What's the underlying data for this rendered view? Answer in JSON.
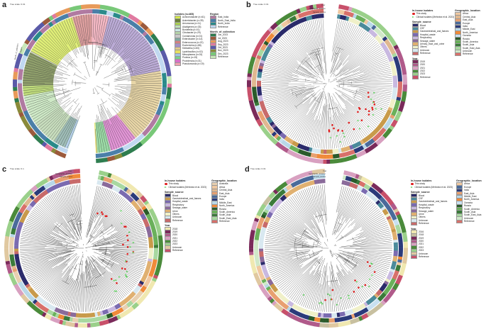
{
  "panel_a": {
    "label": "a",
    "tree_scale": "Tree scale: 0.01",
    "ring_label_1": "Month_of_collection",
    "ring_label_2": "Region",
    "isolates_title": "Isolates (n=465)",
    "isolates": [
      {
        "label": "Achromobacter (n=61)",
        "color": "#d4e84a"
      },
      {
        "label": "Acinetobacter (n=39)",
        "color": "#6a7f3a"
      },
      {
        "label": "Aeromonas (n=11)",
        "color": "#a9d04f"
      },
      {
        "label": "Alcaligenes (n=33)",
        "color": "#bfe3b4"
      },
      {
        "label": "Bordetella (n=01)",
        "color": "#c9e9e6"
      },
      {
        "label": "Citrobacter (n=29)",
        "color": "#b5d3a8"
      },
      {
        "label": "Comamonas (n=01)",
        "color": "#c8c8c8"
      },
      {
        "label": "Enterobacter (n=14)",
        "color": "#7fa8a0"
      },
      {
        "label": "Enterococcus (n=22)",
        "color": "#d48080"
      },
      {
        "label": "Escherichia (n=88)",
        "color": "#a48fc8"
      },
      {
        "label": "Klebsiella (n=83)",
        "color": "#e0c88a"
      },
      {
        "label": "Lysinibacillus (n=02)",
        "color": "#e8e060"
      },
      {
        "label": "Mesoplasma (n=03)",
        "color": "#9ec3e6"
      },
      {
        "label": "Proteus (n=15)",
        "color": "#7bd08a"
      },
      {
        "label": "Providencia (n=31)",
        "color": "#d870c8"
      },
      {
        "label": "Pseudomonas (n=19)",
        "color": "#f0a0b0"
      }
    ],
    "region_title": "Region",
    "region": [
      {
        "label": "East_India",
        "color": "#b07aa1"
      },
      {
        "label": "North_East_India",
        "color": "#4a7fa8"
      },
      {
        "label": "North_India",
        "color": "#2a8a8a"
      },
      {
        "label": "Reference",
        "color": "#c0d8f0"
      }
    ],
    "month_title": "Month_of_collection",
    "month": [
      {
        "label": "Jun_2023",
        "color": "#2e7d4f"
      },
      {
        "label": "Jul_2023",
        "color": "#9c5a3c"
      },
      {
        "label": "Aug_2023",
        "color": "#e89a5a"
      },
      {
        "label": "Sep_2023",
        "color": "#e07aa0"
      },
      {
        "label": "Oct_2023",
        "color": "#5a5aa8"
      },
      {
        "label": "Nov_2023",
        "color": "#8a8a3a"
      },
      {
        "label": "Dec_2023",
        "color": "#78c878"
      },
      {
        "label": "Reference",
        "color": "#c8e8b8"
      }
    ]
  },
  "panel_b": {
    "label": "b",
    "tree_scale": "Tree scale: 0.01",
    "ring_labels": [
      "Year",
      "Geographic_location",
      "Sample_source"
    ],
    "inhouse_title": "In-house isolates",
    "this_study": "This study",
    "clinical": "Clinical isolates (Mehrotra et al. 2023)",
    "sample_title": "Sample_source",
    "sample": [
      {
        "label": "Blood",
        "color": "#2a2a6a"
      },
      {
        "label": "CSF",
        "color": "#4a8a9a"
      },
      {
        "label": "Gastrointestinal_and_faeces",
        "color": "#c89a4a"
      },
      {
        "label": "Hospital_waste",
        "color": "#7a6ab0"
      },
      {
        "label": "Respiratory",
        "color": "#c8b8e0"
      },
      {
        "label": "Sewage_water",
        "color": "#8a6a9a"
      },
      {
        "label": "Urinary_tract_and_urine",
        "color": "#e0b070"
      },
      {
        "label": "Others",
        "color": "#f0f0c8"
      },
      {
        "label": "Unknown",
        "color": "#d8e8f0"
      },
      {
        "label": "Reference",
        "color": "#c86a6a"
      }
    ],
    "year_title": "Year",
    "year": [
      {
        "label": "2019",
        "color": "#7a2a5a"
      },
      {
        "label": "2020",
        "color": "#b05a8a"
      },
      {
        "label": "2021",
        "color": "#d8a0c0"
      },
      {
        "label": "2022",
        "color": "#4a8a3a"
      },
      {
        "label": "2023",
        "color": "#9ad08a"
      },
      {
        "label": "Reference",
        "color": "#c8506a"
      }
    ],
    "geo_title": "Geographic_location",
    "geo": [
      {
        "label": "Africa",
        "color": "#f0c8a0"
      },
      {
        "label": "Central_Asia",
        "color": "#e0b890"
      },
      {
        "label": "East_Asia",
        "color": "#e8a070"
      },
      {
        "label": "Europe",
        "color": "#4a6a9a"
      },
      {
        "label": "India",
        "color": "#2a3a7a"
      },
      {
        "label": "Middle_East",
        "color": "#b8d8e8"
      },
      {
        "label": "North_America",
        "color": "#f08a3a"
      },
      {
        "label": "Oceania",
        "color": "#c8e0f0"
      },
      {
        "label": "Russia",
        "color": "#2a5a2a"
      },
      {
        "label": "South_America",
        "color": "#6ab05a"
      },
      {
        "label": "South_Asia",
        "color": "#3a7a3a"
      },
      {
        "label": "South_East_Asia",
        "color": "#a8d8a0"
      },
      {
        "label": "Unknown",
        "color": "#d0e8c8"
      },
      {
        "label": "Reference",
        "color": "#d8706a"
      }
    ]
  },
  "panel_c": {
    "label": "c",
    "tree_scale": "Tree scale: 0.1",
    "ring_labels": [
      "Year",
      "Geographic_location",
      "Sample_source"
    ],
    "inhouse_title": "In-house isolates",
    "this_study": "This study",
    "clinical": "Clinical isolates (Mehrotra et al. 2023)",
    "sample_title": "Sample_source",
    "sample": [
      {
        "label": "Blood",
        "color": "#2a2a6a"
      },
      {
        "label": "Gastrointestinal_and_faeces",
        "color": "#c89a4a"
      },
      {
        "label": "Hospital_waste",
        "color": "#7a6ab0"
      },
      {
        "label": "Respiratory",
        "color": "#c8b8e0"
      },
      {
        "label": "Sewage_water",
        "color": "#8a6a9a"
      },
      {
        "label": "Urine",
        "color": "#e0b070"
      },
      {
        "label": "Others",
        "color": "#f0f0c8"
      },
      {
        "label": "Unknown",
        "color": "#d8e8f0"
      },
      {
        "label": "Reference",
        "color": "#c86a6a"
      }
    ],
    "year_title": "Year",
    "year": [
      {
        "label": "2018",
        "color": "#f0e8b0"
      },
      {
        "label": "2019",
        "color": "#7a2a5a"
      },
      {
        "label": "2020",
        "color": "#b05a8a"
      },
      {
        "label": "2021",
        "color": "#d8a0c0"
      },
      {
        "label": "2022",
        "color": "#4a8a3a"
      },
      {
        "label": "2023",
        "color": "#9ad08a"
      },
      {
        "label": "Unknown",
        "color": "#e0c8a0"
      },
      {
        "label": "Reference",
        "color": "#c8506a"
      }
    ],
    "geo_title": "Geographic_location",
    "geo": [
      {
        "label": "Australia",
        "color": "#e8d0b0"
      },
      {
        "label": "Africa",
        "color": "#f0c8a0"
      },
      {
        "label": "Central_Asia",
        "color": "#e0b890"
      },
      {
        "label": "East_Asia",
        "color": "#e8a070"
      },
      {
        "label": "Europe",
        "color": "#4a6a9a"
      },
      {
        "label": "India",
        "color": "#2a3a7a"
      },
      {
        "label": "Middle_East",
        "color": "#b8d8e8"
      },
      {
        "label": "North_America",
        "color": "#f08a3a"
      },
      {
        "label": "Russia",
        "color": "#2a5a2a"
      },
      {
        "label": "South_America",
        "color": "#6ab05a"
      },
      {
        "label": "South_Asia",
        "color": "#3a7a3a"
      },
      {
        "label": "South_East_Asia",
        "color": "#a8d8a0"
      },
      {
        "label": "Reference",
        "color": "#d8706a"
      }
    ]
  },
  "panel_d": {
    "label": "d",
    "tree_scale": "Tree scale: 0.01",
    "ring_labels": [
      "Year",
      "Geographic_location",
      "Sample_source"
    ],
    "inhouse_title": "In-house isolates",
    "this_study": "This study",
    "clinical": "Clinical isolates (Mehrotra et al. 2023)",
    "sample_title": "Sample_source",
    "sample": [
      {
        "label": "Blood",
        "color": "#2a2a6a"
      },
      {
        "label": "CSF",
        "color": "#4a8a9a"
      },
      {
        "label": "Gastrointestinal_and_faeces",
        "color": "#c89a4a"
      },
      {
        "label": "Hospital_waste",
        "color": "#7a6ab0"
      },
      {
        "label": "Respiratory",
        "color": "#c8b8e0"
      },
      {
        "label": "Sewage_water",
        "color": "#8a6a9a"
      },
      {
        "label": "Urine",
        "color": "#e0b070"
      },
      {
        "label": "Others",
        "color": "#f0f0c8"
      },
      {
        "label": "Unknown",
        "color": "#d8e8f0"
      },
      {
        "label": "Reference",
        "color": "#c86a6a"
      }
    ],
    "year_title": "Year",
    "year": [
      {
        "label": "2016",
        "color": "#f0e8b0"
      },
      {
        "label": "2018",
        "color": "#c8c0a0"
      },
      {
        "label": "2019",
        "color": "#7a2a5a"
      },
      {
        "label": "2020",
        "color": "#b05a8a"
      },
      {
        "label": "2021",
        "color": "#d8a0c0"
      },
      {
        "label": "2022",
        "color": "#4a8a3a"
      },
      {
        "label": "2023",
        "color": "#9ad08a"
      },
      {
        "label": "Unknown",
        "color": "#e0c8a0"
      },
      {
        "label": "Reference",
        "color": "#c8506a"
      }
    ],
    "geo_title": "Geographic_location",
    "geo": [
      {
        "label": "Africa",
        "color": "#f0c8a0"
      },
      {
        "label": "Europe",
        "color": "#4a6a9a"
      },
      {
        "label": "India",
        "color": "#2a3a7a"
      },
      {
        "label": "East_Asia",
        "color": "#e8a070"
      },
      {
        "label": "Middle_East",
        "color": "#b8d8e8"
      },
      {
        "label": "North_America",
        "color": "#f08a3a"
      },
      {
        "label": "Oceania",
        "color": "#c8e0f0"
      },
      {
        "label": "Russia",
        "color": "#2a5a2a"
      },
      {
        "label": "South_America",
        "color": "#6ab05a"
      },
      {
        "label": "South_Asia",
        "color": "#3a7a3a"
      },
      {
        "label": "South_East_Asia",
        "color": "#a8d8a0"
      },
      {
        "label": "Unknown",
        "color": "#d0e8c8"
      },
      {
        "label": "Reference",
        "color": "#d8706a"
      }
    ]
  }
}
